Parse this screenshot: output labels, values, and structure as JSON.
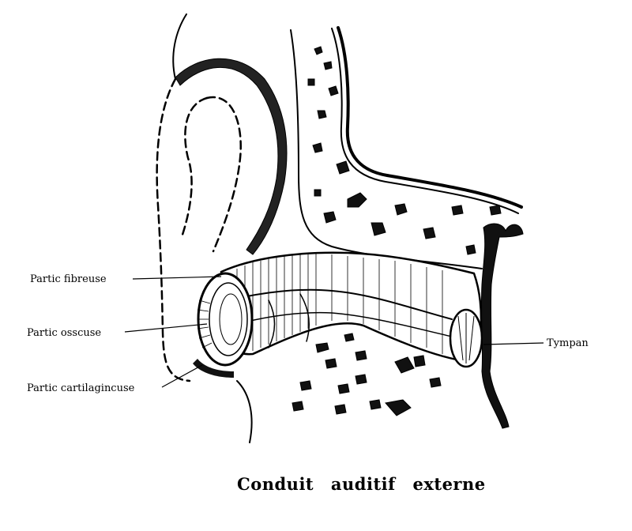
{
  "labels": {
    "fibrous_part": "Partic fibreuse",
    "osseous_part": "Partic osscuse",
    "cartilaginous_part": "Partic cartilagincuse",
    "tympanum": "Tympan"
  },
  "caption": "Conduit auditif externe",
  "colors": {
    "ink": "#000000",
    "background": "#ffffff"
  }
}
